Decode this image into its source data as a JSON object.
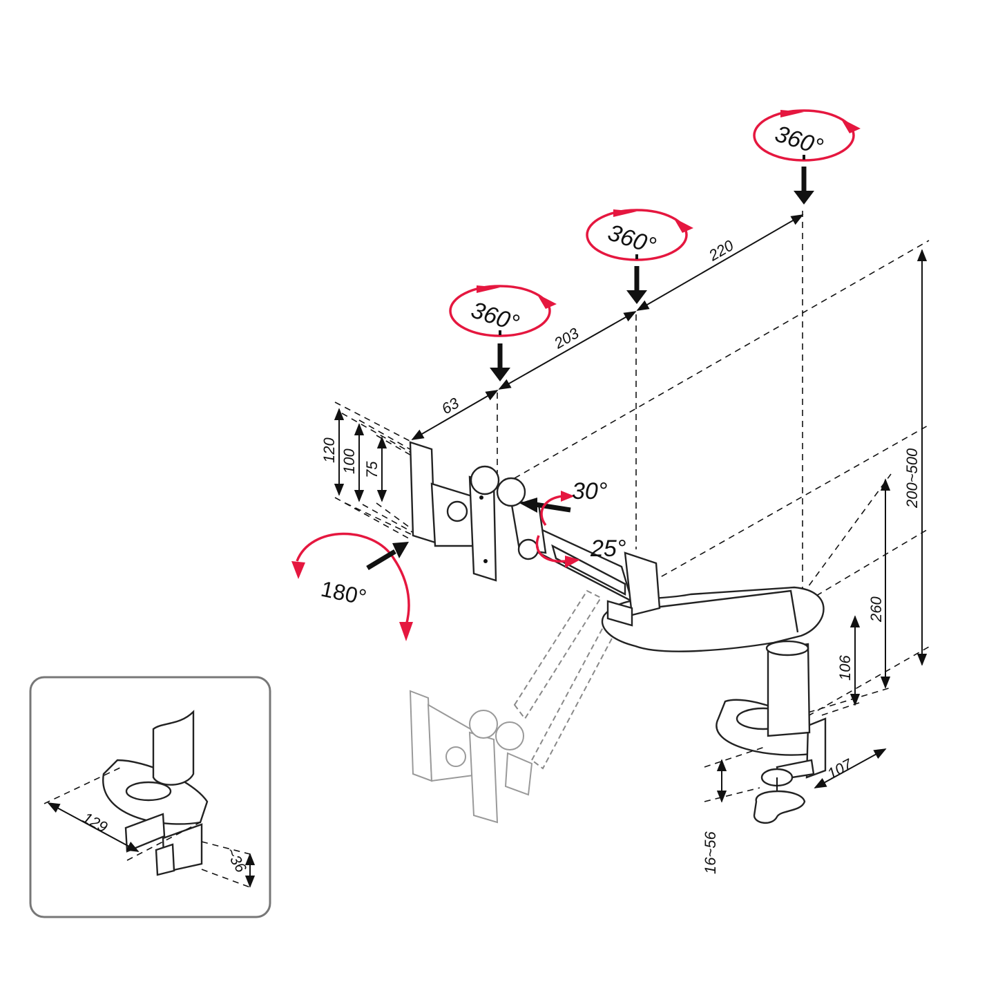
{
  "rotation_labels": {
    "ring1": "360°",
    "ring2": "360°",
    "ring3": "360°",
    "tilt_up": "30°",
    "tilt_down": "25°",
    "rotate": "180°"
  },
  "dimensions": {
    "d63": "63",
    "d203": "203",
    "d220": "220",
    "d120": "120",
    "d100": "100",
    "d75": "75",
    "d200_500": "200~500",
    "d260": "260",
    "d106": "106",
    "d107": "107",
    "d16_56": "16~56",
    "inset_129": "129",
    "inset_36": "~36"
  },
  "colors": {
    "accent": "#e5173f",
    "line": "#111111",
    "inset_border": "#777777"
  }
}
